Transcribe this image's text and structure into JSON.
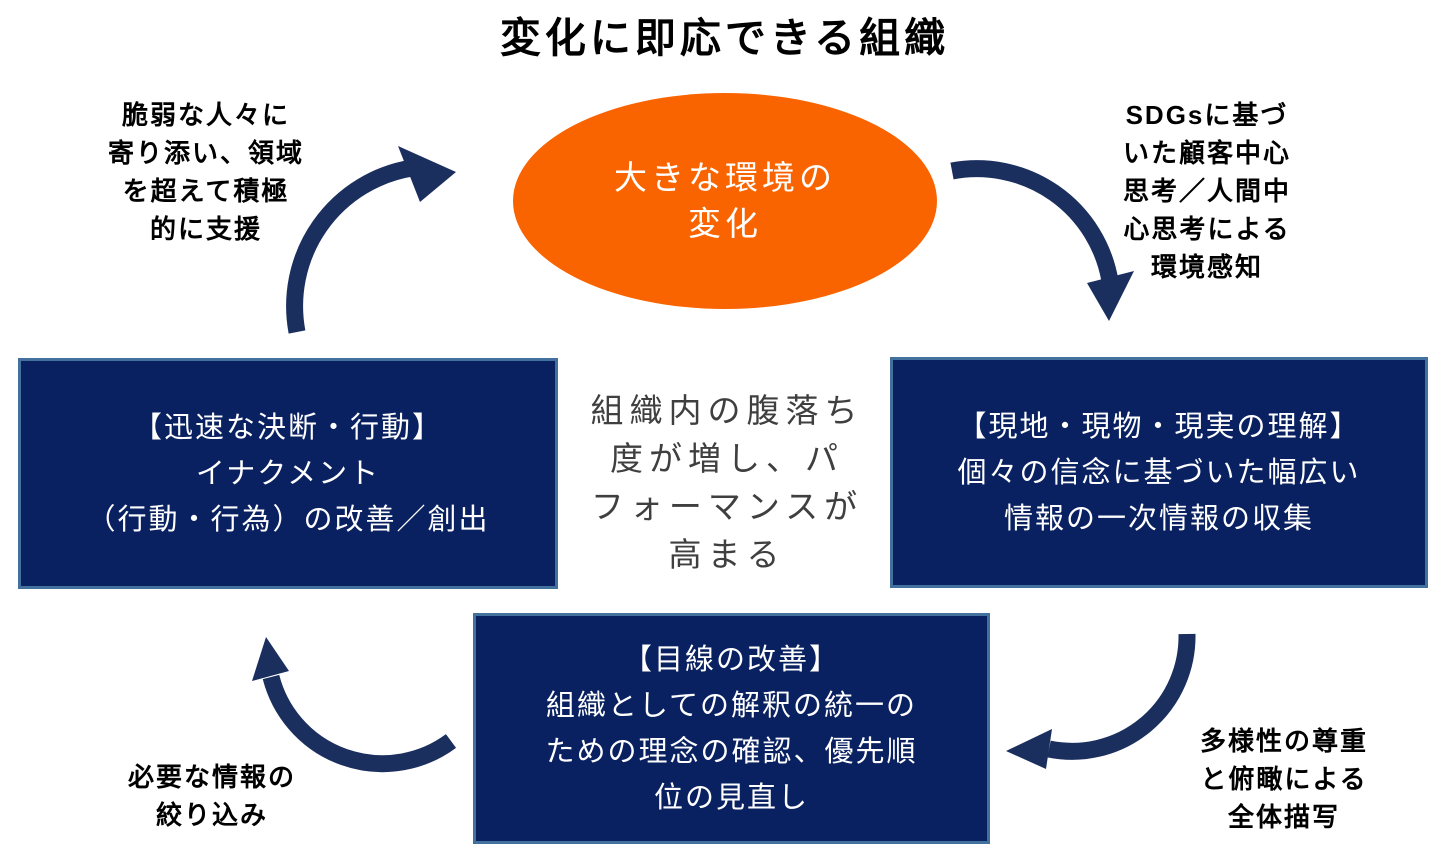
{
  "title": "変化に即応できる組織",
  "colors": {
    "orange": "#fa6400",
    "navy": "#0a2161",
    "box_border": "#41719c",
    "arrow_navy": "#1b2f5e",
    "text_black": "#000000",
    "center_gray": "#3f3f3f"
  },
  "ellipse": {
    "label": "大きな環境の\n変化"
  },
  "boxes": {
    "left": "【迅速な決断・行動】\nイナクメント\n（行動・行為）の改善／創出",
    "right": "【現地・現物・現実の理解】\n個々の信念に基づいた幅広い\n情報の一次情報の収集",
    "bottom": "【目線の改善】\n組織としての解釈の統一の\nための理念の確認、優先順\n位の見直し"
  },
  "annotations": {
    "top_left": "脆弱な人々に\n寄り添い、領域\nを超えて積極\n的に支援",
    "top_right": "SDGsに基づ\nいた顧客中心\n思考／人間中\n心思考による\n環境感知",
    "center": "組織内の腹落ち\n度が増し、パ\nフォーマンスが\n高まる",
    "bottom_left": "必要な情報の\n絞り込み",
    "bottom_right": "多様性の尊重\nと俯瞰による\n全体描写"
  },
  "arrows": [
    "cycle-arrow-top-left-icon",
    "cycle-arrow-top-right-icon",
    "cycle-arrow-bottom-right-icon",
    "cycle-arrow-bottom-left-icon"
  ]
}
